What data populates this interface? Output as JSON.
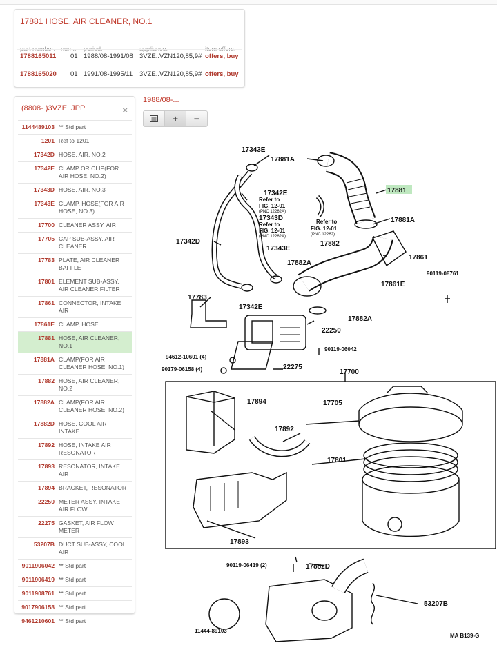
{
  "part_card": {
    "title": "17881 HOSE, AIR CLEANER, NO.1",
    "headers": {
      "part_number": "part number:",
      "num": "num.:",
      "period": "period:",
      "appliance": "appliance:",
      "offers": "item offers:"
    },
    "rows": [
      {
        "part_number": "1788165011",
        "num": "01",
        "period": "1988/08-1991/08",
        "appliance": "3VZE..VZN120,85,9#",
        "offers": "offers, buy"
      },
      {
        "part_number": "1788165020",
        "num": "01",
        "period": "1991/08-1995/11",
        "appliance": "3VZE..VZN120,85,9#",
        "offers": "offers, buy"
      }
    ]
  },
  "parts_panel": {
    "header": "(8808- )3VZE..JPP",
    "close_icon": "×",
    "items": [
      {
        "no": "1144489103",
        "name": "** Std part"
      },
      {
        "no": "1201",
        "name": "Ref to 1201"
      },
      {
        "no": "17342D",
        "name": "HOSE, AIR, NO.2"
      },
      {
        "no": "17342E",
        "name": "CLAMP OR CLIP(FOR AIR HOSE, NO.2)"
      },
      {
        "no": "17343D",
        "name": "HOSE, AIR, NO.3"
      },
      {
        "no": "17343E",
        "name": "CLAMP, HOSE(FOR AIR HOSE, NO.3)"
      },
      {
        "no": "17700",
        "name": "CLEANER ASSY, AIR"
      },
      {
        "no": "17705",
        "name": "CAP SUB-ASSY, AIR CLEANER"
      },
      {
        "no": "17783",
        "name": "PLATE, AIR CLEANER BAFFLE"
      },
      {
        "no": "17801",
        "name": "ELEMENT SUB-ASSY, AIR CLEANER FILTER"
      },
      {
        "no": "17861",
        "name": "CONNECTOR, INTAKE AIR"
      },
      {
        "no": "17861E",
        "name": "CLAMP, HOSE"
      },
      {
        "no": "17881",
        "name": "HOSE, AIR CLEANER, NO.1"
      },
      {
        "no": "17881A",
        "name": "CLAMP(FOR AIR CLEANER HOSE, NO.1)"
      },
      {
        "no": "17882",
        "name": "HOSE, AIR CLEANER, NO.2"
      },
      {
        "no": "17882A",
        "name": "CLAMP(FOR AIR CLEANER HOSE, NO.2)"
      },
      {
        "no": "17882D",
        "name": "HOSE, COOL AIR INTAKE"
      },
      {
        "no": "17892",
        "name": "HOSE, INTAKE AIR RESONATOR"
      },
      {
        "no": "17893",
        "name": "RESONATOR, INTAKE AIR"
      },
      {
        "no": "17894",
        "name": "BRACKET, RESONATOR"
      },
      {
        "no": "22250",
        "name": "METER ASSY, INTAKE AIR FLOW"
      },
      {
        "no": "22275",
        "name": "GASKET, AIR FLOW METER"
      },
      {
        "no": "53207B",
        "name": "DUCT SUB-ASSY, COOL AIR"
      },
      {
        "no": "9011906042",
        "name": "** Std part"
      },
      {
        "no": "9011906419",
        "name": "** Std part"
      },
      {
        "no": "9011908761",
        "name": "** Std part"
      },
      {
        "no": "9017906158",
        "name": "** Std part"
      },
      {
        "no": "9461210601",
        "name": "** Std part"
      }
    ],
    "selected_no": "17881"
  },
  "diagram_header": {
    "date": "1988/08-...",
    "list_icon": "list-icon",
    "zoom_in": "+",
    "zoom_out": "−"
  },
  "diagram": {
    "labels": {
      "l17343E_top": "17343E",
      "l17881A_top": "17881A",
      "l17881": "17881",
      "l17342E_top": "17342E",
      "ref1a": "Refer to",
      "ref1b": "FIG. 12-01",
      "ref1c": "(PNC 12262A)",
      "l17343D": "17343D",
      "ref2a": "Refer to",
      "ref2b": "FIG. 12-01",
      "ref2c": "(PNC 12262A)",
      "ref3a": "Refer to",
      "ref3b": "FIG. 12-01",
      "ref3c": "(PNC 12262)",
      "l17881A_mid": "17881A",
      "l17342D": "17342D",
      "l17882": "17882",
      "l17343E_mid": "17343E",
      "l17861": "17861",
      "l17882A_top": "17882A",
      "l90119_08761": "90119-08761",
      "l17861E": "17861E",
      "l17783": "17783",
      "l17342E_bot": "17342E",
      "l17882A_bot": "17882A",
      "l22250": "22250",
      "l90119_06042": "90119-06042",
      "l94612": "94612-10601 (4)",
      "l90179": "90179-06158 (4)",
      "l22275": "22275",
      "l17700": "17700",
      "l17894": "17894",
      "l17705": "17705",
      "l17892": "17892",
      "l17801": "17801",
      "l17893": "17893",
      "l90119_06419": "90119-06419 (2)",
      "l17882D": "17882D",
      "l53207B": "53207B",
      "l11444": "11444-89103",
      "fig_code": "MA B139-G"
    }
  }
}
